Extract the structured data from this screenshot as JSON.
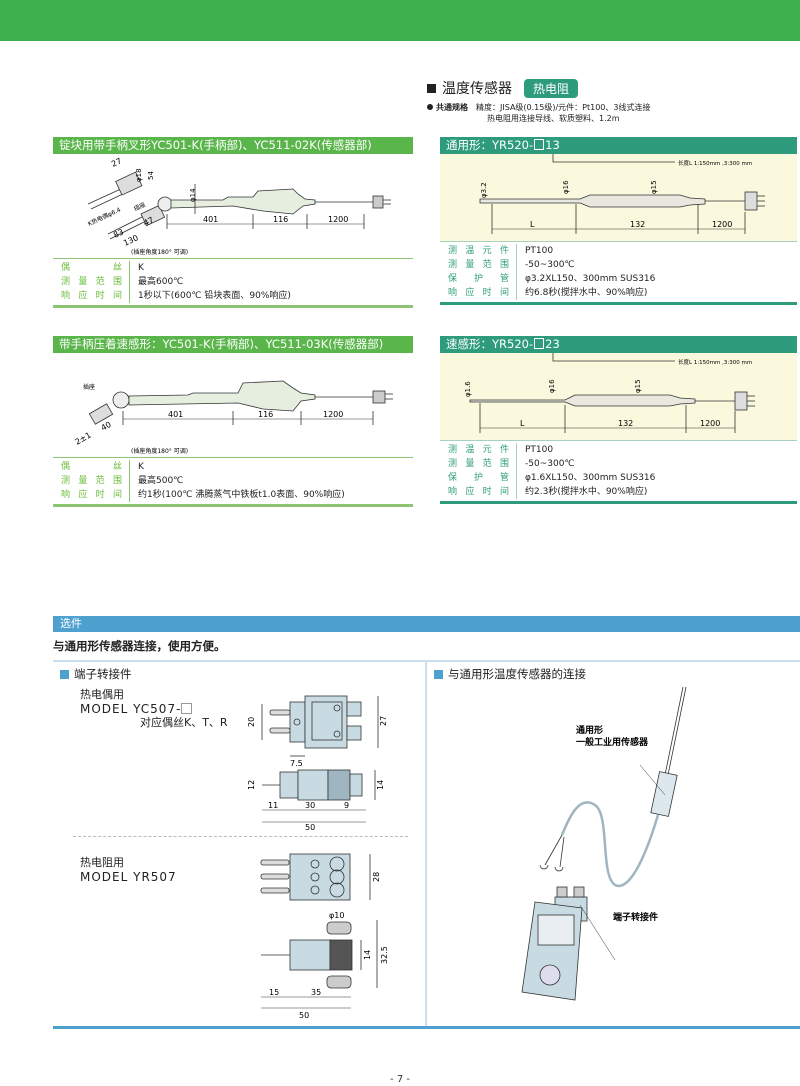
{
  "colors": {
    "top_bar": "#3db14e",
    "green_header": "#5ab64b",
    "teal_header": "#2e9c7c",
    "blue_accent": "#4ea0cf",
    "cream_bg": "#fbf9dd"
  },
  "category": {
    "title": "温度传感器",
    "badge": "热电阻",
    "common_label": "共通规格",
    "common_line1": "精度：JISA级(0.15级)/元件：Pt100、3线式连接",
    "common_line2": "热电阻用连接导线、软质塑料、1.2m"
  },
  "panels": [
    {
      "title": "锭块用带手柄叉形YC501-K(手柄部)、YC511-02K(传感器部)",
      "drawing": {
        "dims": [
          "27",
          "φ18",
          "54",
          "φ14",
          "401",
          "116",
          "1200",
          "83",
          "47",
          "130"
        ],
        "k_label": "K热电偶φ6.4",
        "joint_label": "插座",
        "note": "(插座角度180° 可调)"
      },
      "specs": [
        {
          "key": "偶丝",
          "value": "K"
        },
        {
          "key": "测量范围",
          "value": "最高600℃"
        },
        {
          "key": "响应时间",
          "value": "1秒以下(600℃ 铅块表面、90%响应)"
        }
      ]
    },
    {
      "title": "带手柄压着速感形：YC501-K(手柄部)、YC511-03K(传感器部)",
      "drawing": {
        "dims": [
          "401",
          "116",
          "1200",
          "40",
          "2±1"
        ],
        "joint_label": "插座",
        "note": "(插座角度180° 可调)"
      },
      "specs": [
        {
          "key": "偶丝",
          "value": "K"
        },
        {
          "key": "测量范围",
          "value": "最高500℃"
        },
        {
          "key": "响应时间",
          "value": "约1秒(100℃ 沸腾蒸气中铁板t1.0表面、90%响应)"
        }
      ]
    },
    {
      "title_prefix": "通用形：YR520-",
      "title_suffix": "13",
      "length_note": "长度L 1:150mm ,3:300 mm",
      "drawing": {
        "dims": [
          "φ3.2",
          "φ16",
          "φ15",
          "L",
          "132",
          "1200"
        ]
      },
      "specs": [
        {
          "key": "测温元件",
          "value": "PT100"
        },
        {
          "key": "测量范围",
          "value": "-50~300℃"
        },
        {
          "key": "保护管",
          "value": "φ3.2XL150、300mm   SUS316"
        },
        {
          "key": "响应时间",
          "value": "约6.8秒(搅拌水中、90%响应)"
        }
      ]
    },
    {
      "title_prefix": "速感形：YR520-",
      "title_suffix": "23",
      "length_note": "长度L 1:150mm ,3:300 mm",
      "drawing": {
        "dims": [
          "φ1.6",
          "φ16",
          "φ15",
          "L",
          "132",
          "1200"
        ]
      },
      "specs": [
        {
          "key": "测温元件",
          "value": "PT100"
        },
        {
          "key": "测量范围",
          "value": "-50~300℃"
        },
        {
          "key": "保护管",
          "value": "φ1.6XL150、300mm   SUS316"
        },
        {
          "key": "响应时间",
          "value": "约2.3秒(搅拌水中、90%响应)"
        }
      ]
    }
  ],
  "options": {
    "bar_title": "选件",
    "subtitle": "与通用形传感器连接，使用方便。",
    "left_heading": "端子转接件",
    "right_heading": "与通用形温度传感器的连接",
    "tc": {
      "line1": "热电偶用",
      "model": "MODEL YC507-",
      "note": "对应偶丝K、T、R",
      "dims": [
        "20",
        "27",
        "7.5",
        "12",
        "14",
        "11",
        "30",
        "9",
        "50"
      ]
    },
    "rtd": {
      "line1": "热电阻用",
      "model": "MODEL YR507",
      "dims": [
        "28",
        "φ10",
        "14",
        "32.5",
        "15",
        "35",
        "50"
      ]
    },
    "illustration": {
      "sensor_label1": "通用形",
      "sensor_label2": "一般工业用传感器",
      "adapter_label": "端子转接件"
    }
  },
  "page_number": "- 7 -"
}
